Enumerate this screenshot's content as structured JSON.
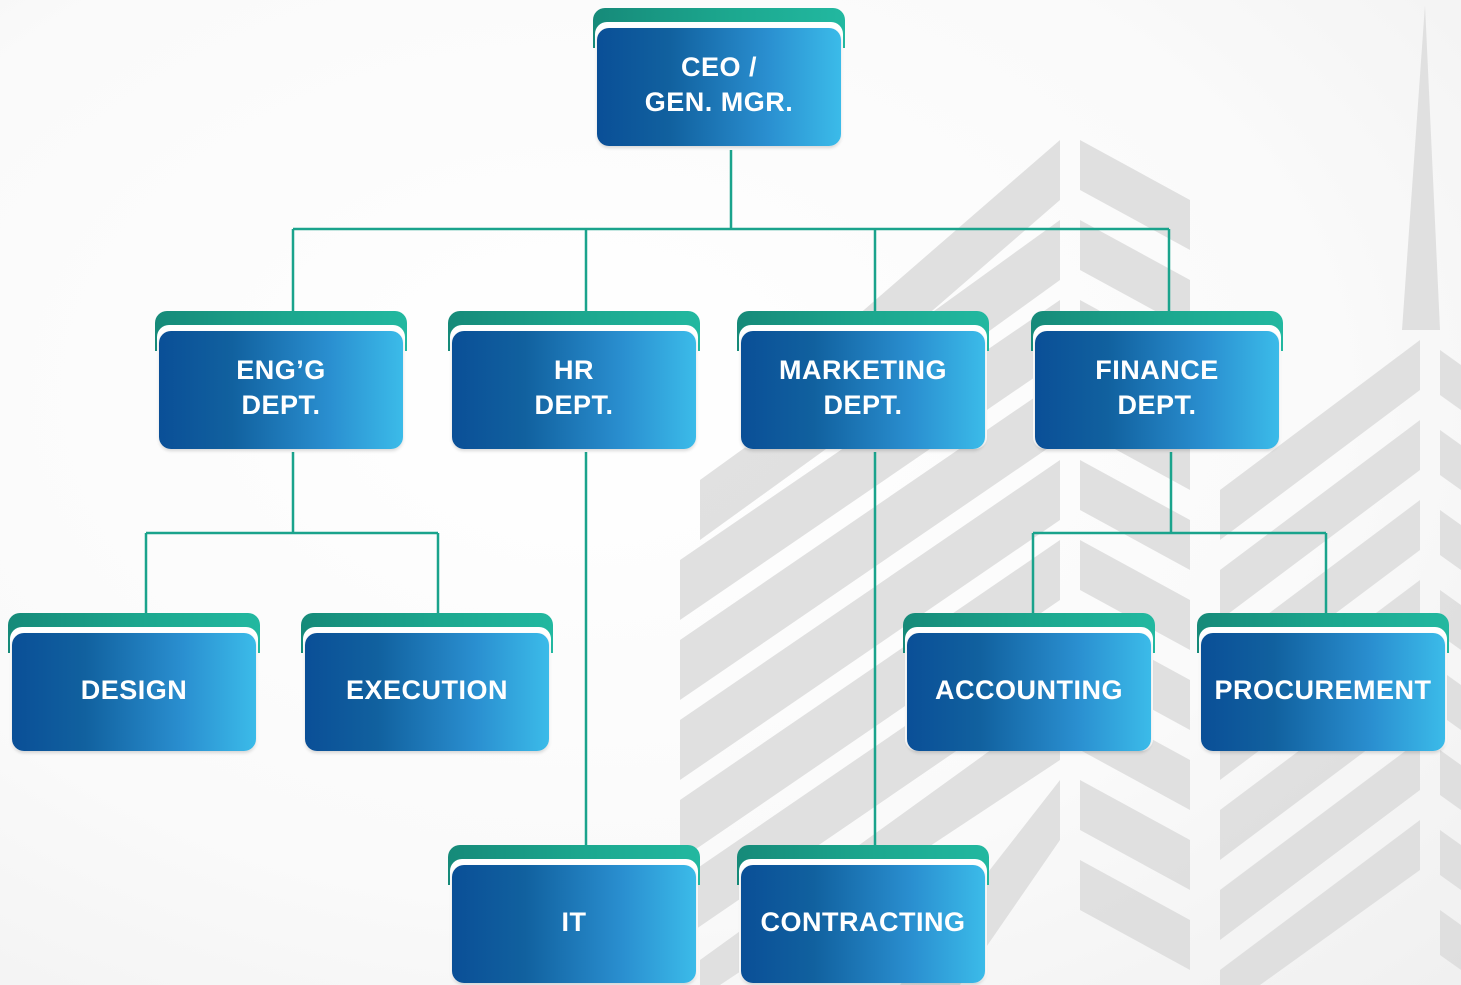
{
  "org_chart": {
    "ceo": "CEO /\nGEN. MGR.",
    "eng": "ENG’G\nDEPT.",
    "hr": "HR\nDEPT.",
    "marketing": "MARKETING\nDEPT.",
    "finance": "FINANCE\nDEPT.",
    "design": "DESIGN",
    "execution": "EXECUTION",
    "accounting": "ACCOUNTING",
    "procurement": "PROCUREMENT",
    "it": "IT",
    "contracting": "CONTRACTING"
  },
  "colors": {
    "connector": "#1aa38c",
    "box_dark": "#0a4f97",
    "box_light": "#3bbbe9",
    "tab": "#1ca88f",
    "background_art": "#d9d9d9"
  }
}
